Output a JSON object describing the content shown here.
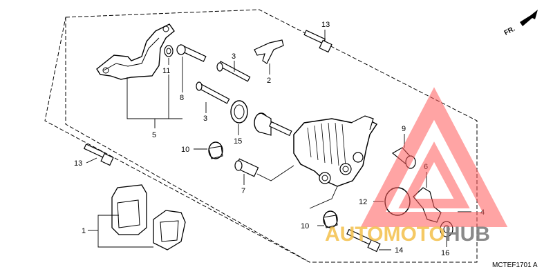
{
  "diagram": {
    "code": "MCTEF1701 A",
    "direction_label": "FR.",
    "labels": {
      "p1": "1",
      "p2": "2",
      "p3a": "3",
      "p3b": "3",
      "p4": "4",
      "p5": "5",
      "p6": "6",
      "p7": "7",
      "p8": "8",
      "p9": "9",
      "p10a": "10",
      "p10b": "10",
      "p11": "11",
      "p12": "12",
      "p13a": "13",
      "p13b": "13",
      "p14": "14",
      "p15": "15",
      "p16": "16"
    }
  },
  "watermark": {
    "part1": "AUTOMOTO",
    "part2": "HUB",
    "colors": {
      "triangle": "#ff5a5a",
      "text1": "#f3c04a",
      "text2": "#7d7d7d"
    }
  }
}
